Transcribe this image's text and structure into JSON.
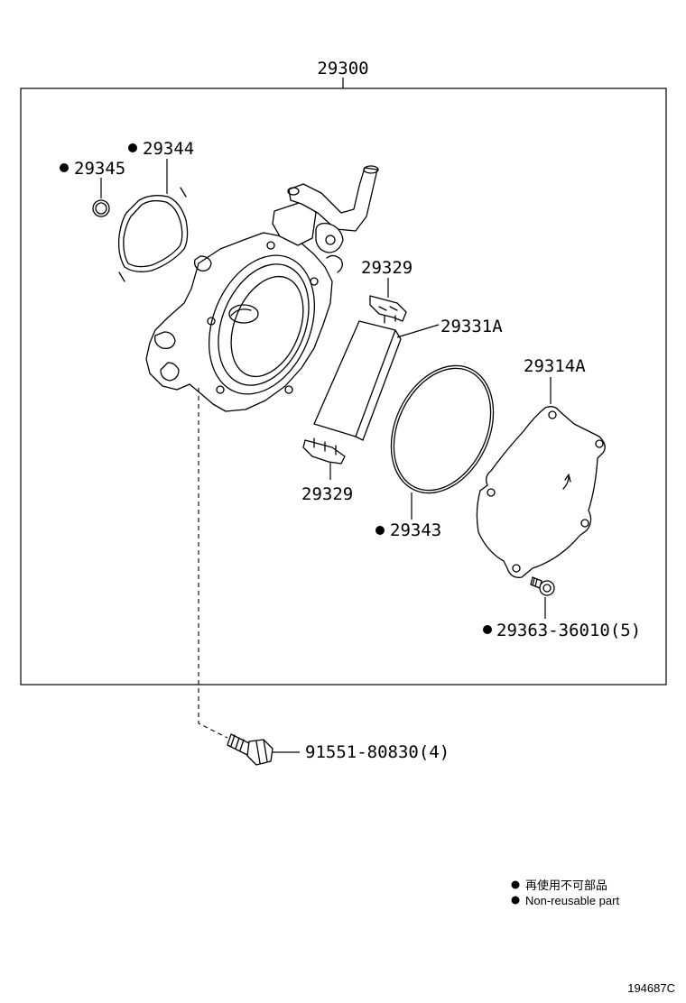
{
  "assembly_label": "29300",
  "parts": {
    "p29345": "29345",
    "p29344": "29344",
    "p29329_top": "29329",
    "p29331A": "29331A",
    "p29314A": "29314A",
    "p29329_bottom": "29329",
    "p29343": "29343",
    "p29363": "29363-36010(5)",
    "p91551": "91551-80830(4)"
  },
  "legend": {
    "line_jp": "再使用不可部品",
    "line_en": "Non-reusable part"
  },
  "figure_id": "194687C"
}
